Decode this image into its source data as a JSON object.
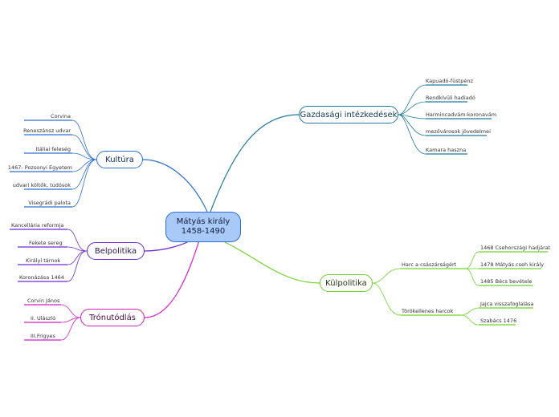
{
  "root": {
    "title": "Mátyás király",
    "subtitle": "1458-1490"
  },
  "branches": {
    "gazdasagi": {
      "label": "Gazdasági intézkedések",
      "color": "#1f7aa0",
      "items": [
        "Kapuadó-füstpénz",
        "Rendkívüli hadiadó",
        "Harmincadvám-koronavám",
        "mezővárosok jövedelmei",
        "Kamara haszna"
      ]
    },
    "kultura": {
      "label": "Kultúra",
      "color": "#2d6fd4",
      "items": [
        "Corvina",
        "Reneszánsz udvar",
        "Itáliai feleség",
        "1467- Pozsonyi Egyetem",
        "udvari költők, tudósok",
        "Visegrádi palota"
      ]
    },
    "belpolitika": {
      "label": "Belpolitika",
      "color": "#6a2bd0",
      "items": [
        "Kancellária reformja",
        "Fekete sereg",
        "Királyi tárnok",
        "Koronázása 1464"
      ]
    },
    "tronutodlas": {
      "label": "Trónutódlás",
      "color": "#d21fc8",
      "items": [
        "Corvin János",
        "II. Ulászló",
        "III.Frigyes"
      ]
    },
    "kulpolitika": {
      "label": "Külpolitika",
      "color": "#6fd12a",
      "groups": [
        {
          "label": "Harc a császárságért",
          "items": [
            "1468 Csehországi hadjárat",
            "1478 Mátyás cseh király",
            "1485 Bécs bevétele"
          ]
        },
        {
          "label": "Törökellenes harcok",
          "items": [
            "Jajca visszafoglalása",
            "Szabács 1476"
          ]
        }
      ]
    }
  }
}
